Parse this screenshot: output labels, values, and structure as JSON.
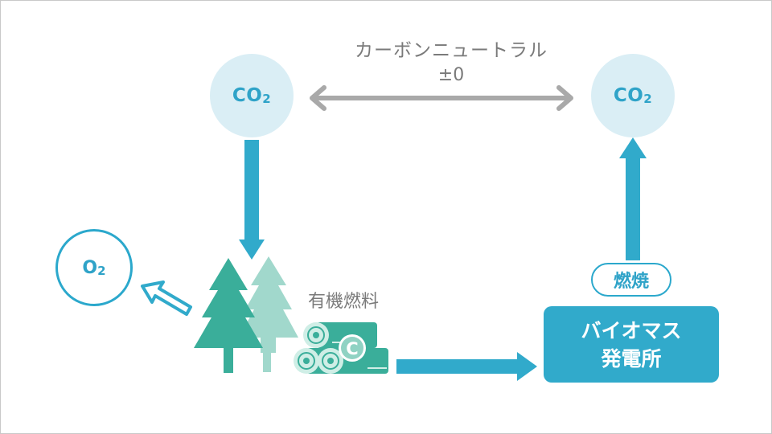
{
  "co2_left": {
    "main": "CO",
    "sub": "2"
  },
  "co2_right": {
    "main": "CO",
    "sub": "2"
  },
  "o2": {
    "main": "O",
    "sub": "2"
  },
  "carbon_neutral": {
    "title": "カーボンニュートラル",
    "value": "±0"
  },
  "fuel": {
    "label": "有機燃料",
    "carbon_symbol": "C"
  },
  "combustion": {
    "label": "燃焼"
  },
  "plant": {
    "line1": "バイオマス",
    "line2": "発電所"
  },
  "colors": {
    "accent": "#31aacb",
    "circle_fill": "#daeef5",
    "tree_dark": "#3aae9a",
    "tree_light": "#a1d8cc",
    "arrow_gray": "#a9a9a9"
  },
  "icons": [
    "double-arrow-icon",
    "down-arrow-icon",
    "up-arrow-icon",
    "right-arrow-icon",
    "outline-arrow-icon",
    "tree-icon",
    "log-icon"
  ]
}
